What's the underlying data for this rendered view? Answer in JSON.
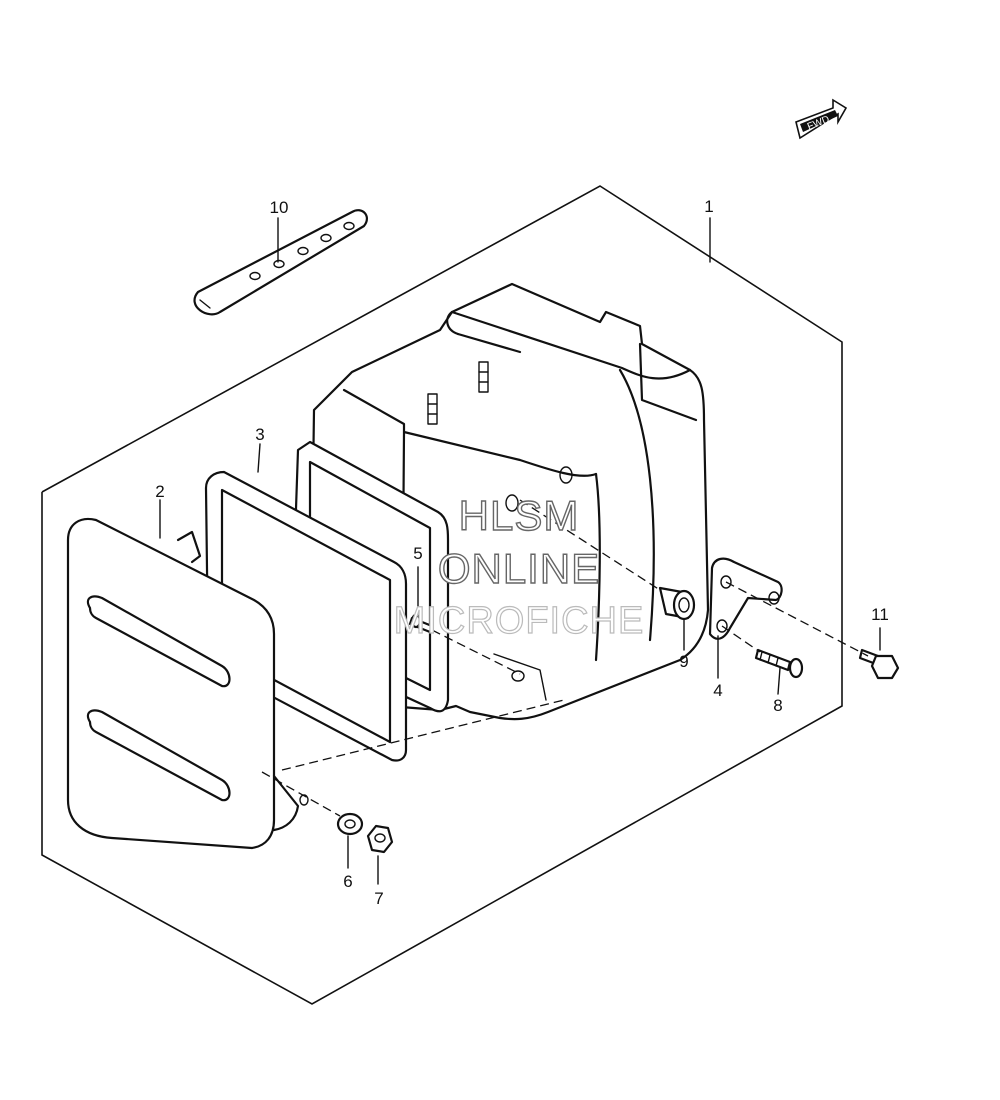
{
  "watermark": {
    "line1": "HLSM",
    "line2": "ONLINE",
    "line3": "MICROFICHE"
  },
  "direction_badge": {
    "label": "FWD",
    "icon": "forward-arrow-icon"
  },
  "callouts": [
    {
      "id": "1",
      "label": "1"
    },
    {
      "id": "2",
      "label": "2"
    },
    {
      "id": "3",
      "label": "3"
    },
    {
      "id": "4",
      "label": "4"
    },
    {
      "id": "5",
      "label": "5"
    },
    {
      "id": "6",
      "label": "6"
    },
    {
      "id": "7",
      "label": "7"
    },
    {
      "id": "8",
      "label": "8"
    },
    {
      "id": "9",
      "label": "9"
    },
    {
      "id": "10",
      "label": "10"
    },
    {
      "id": "11",
      "label": "11"
    }
  ]
}
